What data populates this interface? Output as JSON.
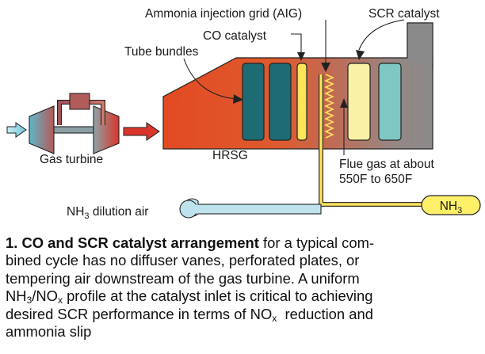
{
  "labels": {
    "aig": "Ammonia injection grid (AIG)",
    "scr": "SCR catalyst",
    "co": "CO catalyst",
    "tube": "Tube bundles",
    "gas_turbine": "Gas turbine",
    "hrsg": "HRSG",
    "flue_line1": "Flue gas at about",
    "flue_line2": "550F to 650F",
    "nh3_main": "NH",
    "nh3_sub": "3",
    "dilution_main": "NH",
    "dilution_sub": "3",
    "dilution_rest": " dilution air"
  },
  "caption": {
    "number": "1.",
    "bold": "CO and SCR catalyst arrangement",
    "line1_rest": " for a typical com-",
    "line2": "bined cycle has no diffuser vanes, perforated plates, or",
    "line3": "tempering air downstream of the gas turbine. A uniform",
    "line4_a": "NH",
    "line4_sub1": "3",
    "line4_b": "/NO",
    "line4_sub2": "x",
    "line4_c": " profile at the catalyst inlet is critical to achieving",
    "line5_a": "desired SCR performance in terms of NO",
    "line5_sub": "x",
    "line5_b": "  reduction and",
    "line6": "ammonia slip"
  },
  "colors": {
    "hrsg_orange": "#e2542b",
    "hrsg_gray": "#8a8a8a",
    "tube_teal": "#1f6b73",
    "co_yellow": "#ffe35a",
    "scr_yellow": "#f9f1a6",
    "scr_teal": "#7fc7c2",
    "nh3_pill": "#fff06a",
    "arrow_red": "#d9352a",
    "duct_blue": "#bfe3ec"
  }
}
